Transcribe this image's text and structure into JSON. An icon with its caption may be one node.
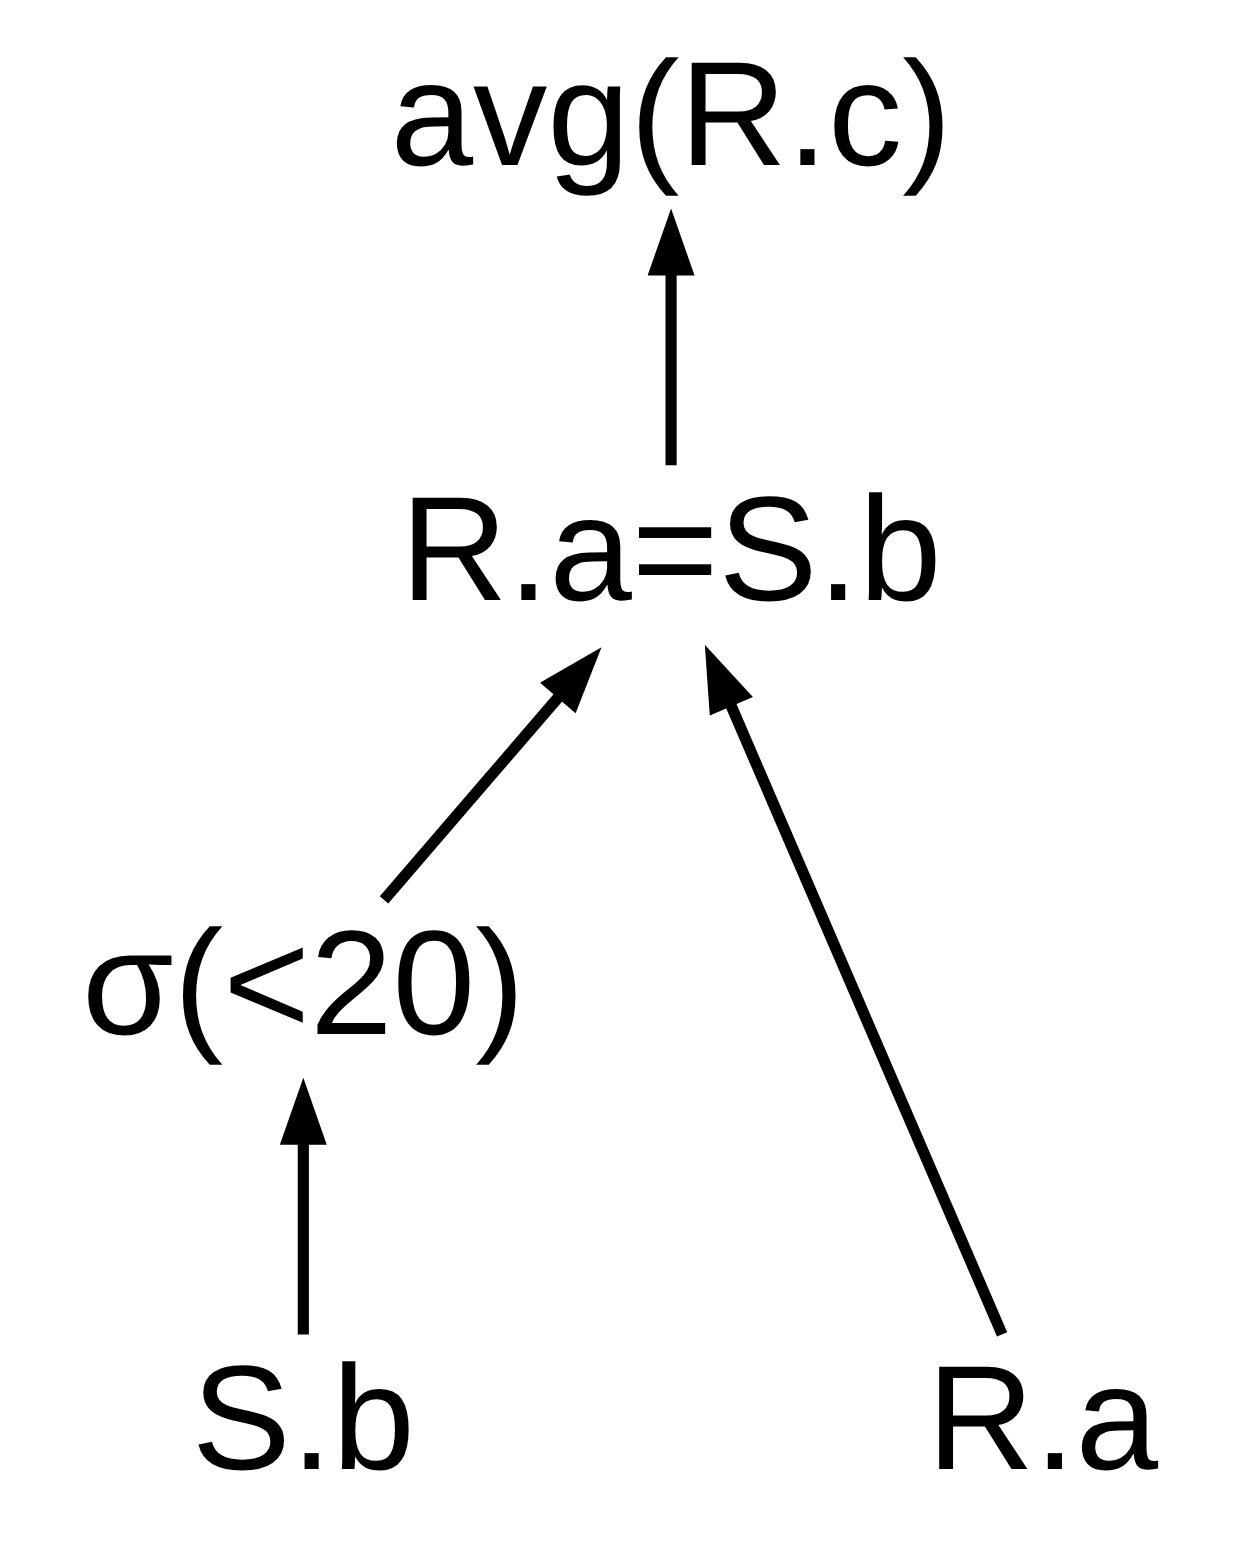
{
  "diagram": {
    "nodes": [
      {
        "text": [
          "avg(R.c)"
        ]
      },
      {
        "text": [
          "R.a=S.b"
        ]
      },
      {
        "text": [
          "σ(<20)"
        ]
      },
      {
        "text": [
          "S.b"
        ]
      },
      {
        "text": [
          "R.a"
        ]
      }
    ],
    "edges": [
      {
        "from": 1,
        "to": 0,
        "arrow": "to"
      },
      {
        "from": 2,
        "to": 1,
        "arrow": "to"
      },
      {
        "from": 3,
        "to": 2,
        "arrow": "to"
      },
      {
        "from": 4,
        "to": 1,
        "arrow": "to"
      }
    ]
  }
}
